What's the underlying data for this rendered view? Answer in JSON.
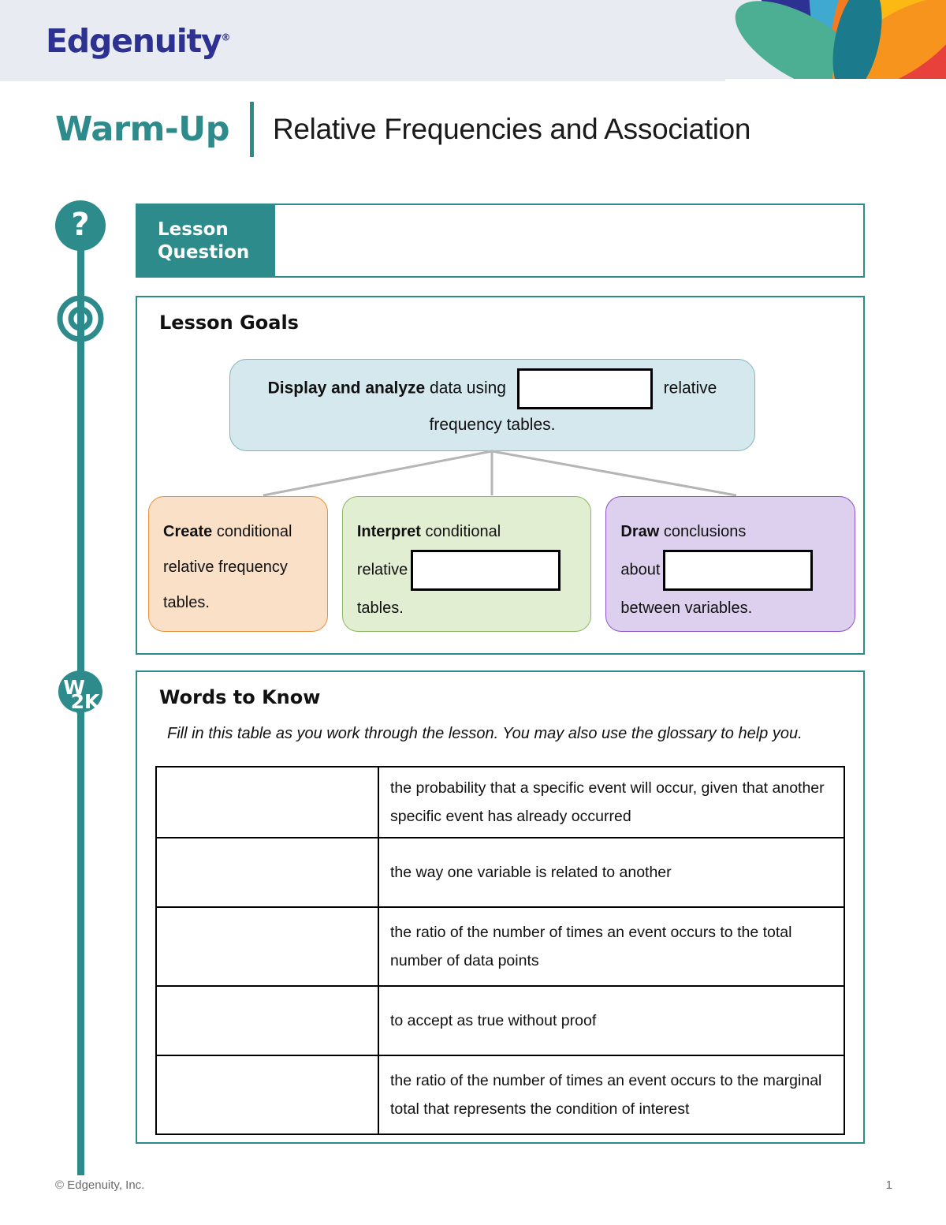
{
  "header": {
    "logo_text": "Edgenuity",
    "logo_color": "#2d3192",
    "band_color": "#e8ecf2",
    "pinwheel_colors": [
      "#2d3192",
      "#3fa9d1",
      "#f47b20",
      "#fdb913",
      "#e8403a",
      "#4caf93",
      "#f7941e",
      "#1b7a8c"
    ]
  },
  "title": {
    "eyebrow": "Warm-Up",
    "main": "Relative Frequencies and Association",
    "accent_color": "#2e8b8b"
  },
  "lesson_question": {
    "label": "Lesson Question",
    "label_line1": "Lesson",
    "label_line2": "Question",
    "answer_value": "",
    "icon": "question-mark-icon"
  },
  "lesson_goals": {
    "heading": "Lesson Goals",
    "icon": "target-icon",
    "top_goal": {
      "bold_lead": "Display and analyze",
      "text_before_blank": " data using",
      "blank_value": "",
      "text_after_blank": "relative",
      "text_line2": "frequency tables.",
      "bg_color": "#d4e8ed",
      "border_color": "#7fb3c2"
    },
    "sub_goals": [
      {
        "bold_lead": "Create",
        "text_after_lead": " conditional",
        "line2": "relative frequency",
        "line3": "tables.",
        "has_blank": false,
        "blank_value": "",
        "bg_color": "#fbe0c8",
        "border_color": "#e8903c"
      },
      {
        "bold_lead": "Interpret",
        "text_after_lead": " conditional",
        "line2_before_blank": "relative",
        "blank_value": "",
        "line3": "tables.",
        "has_blank": true,
        "bg_color": "#e2eed2",
        "border_color": "#8cb861"
      },
      {
        "bold_lead": "Draw",
        "text_after_lead": " conclusions",
        "line2_before_blank": "about",
        "blank_value": "",
        "line3": "between variables.",
        "has_blank": true,
        "bg_color": "#ddd0ef",
        "border_color": "#8e52c9"
      }
    ]
  },
  "words_to_know": {
    "heading": "Words to Know",
    "icon": "w2k-badge-icon",
    "instructions": "Fill in this table as you work through the lesson. You may also use the glossary to help you.",
    "table": {
      "rows": [
        {
          "term": "",
          "definition": "the probability that a specific event will occur, given that another specific event has already occurred"
        },
        {
          "term": "",
          "definition": "the way one variable is related to another"
        },
        {
          "term": "",
          "definition": "the ratio of the number of times an event occurs to the total number of data points"
        },
        {
          "term": "",
          "definition": "to accept as true without proof"
        },
        {
          "term": "",
          "definition": "the ratio of the number of times an event occurs to the marginal total that represents the condition of interest"
        }
      ]
    }
  },
  "footer": {
    "copyright": "© Edgenuity, Inc.",
    "page_number": "1"
  }
}
